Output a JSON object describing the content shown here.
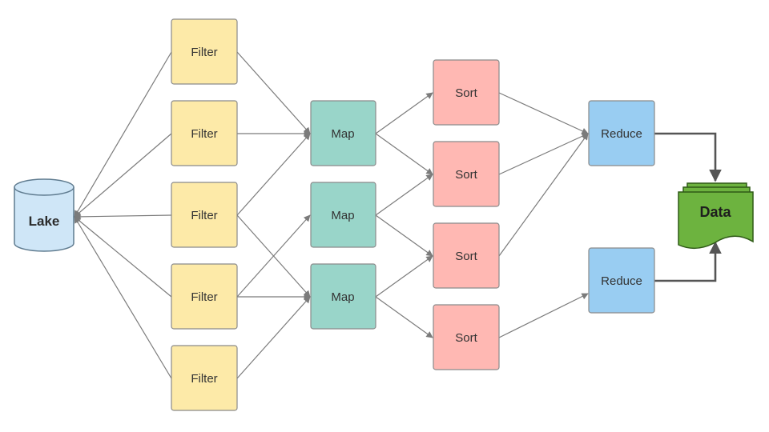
{
  "diagram": {
    "source": {
      "label": "Lake",
      "fill": "#cfe6f7",
      "stroke": "#5f7b8f"
    },
    "filters": [
      "Filter",
      "Filter",
      "Filter",
      "Filter",
      "Filter"
    ],
    "maps": [
      "Map",
      "Map",
      "Map"
    ],
    "sorts": [
      "Sort",
      "Sort",
      "Sort",
      "Sort"
    ],
    "reducers": [
      "Reduce",
      "Reduce"
    ],
    "sink": {
      "label": "Data",
      "fill": "#6db33f",
      "stroke": "#2f5a17"
    },
    "colors": {
      "filter": "#fdeaa8",
      "map": "#99d5c9",
      "sort": "#ffb8b3",
      "reduce": "#99cdf2",
      "node_stroke": "#8a8a8a",
      "edge": "#7b7b7b",
      "edge_strong": "#555555",
      "text": "#333333"
    }
  }
}
